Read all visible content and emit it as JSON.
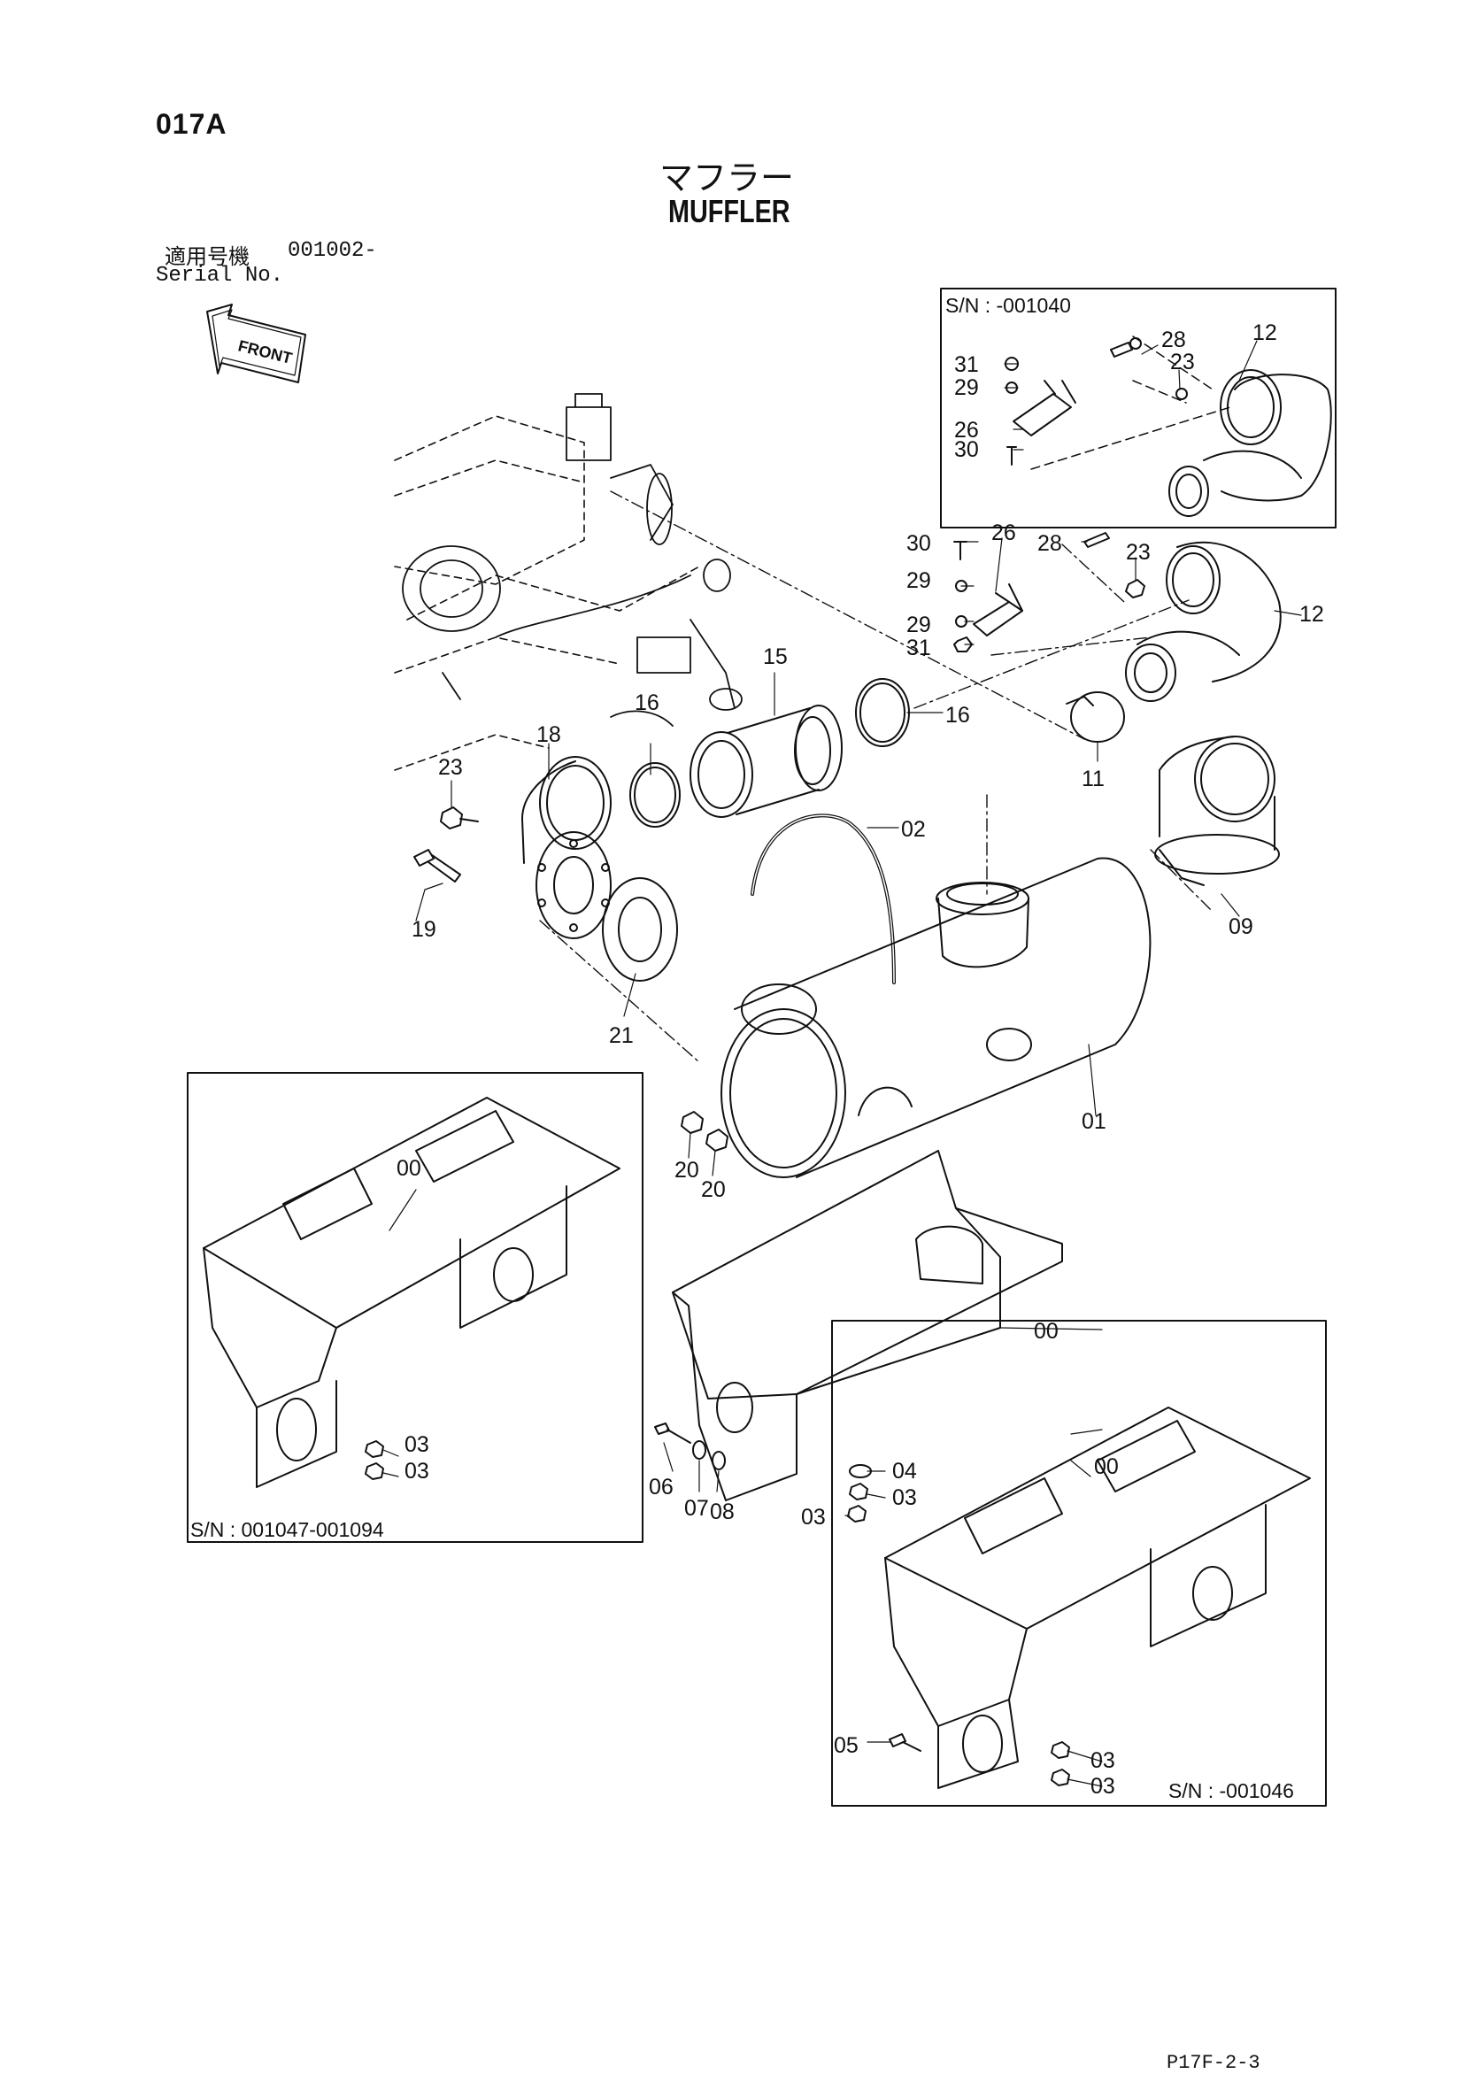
{
  "header": {
    "page_code": "017A",
    "title_ja": "マフラー",
    "title_en": "MUFFLER",
    "serial_label_ja": "適用号機",
    "serial_value": "001002-",
    "serial_label_en": "Serial No."
  },
  "front_label": "FRONT",
  "insets": {
    "top_right": "S/N : -001040",
    "left": "S/N : 001047-001094",
    "bottom_right": "S/N : -001046"
  },
  "callouts": {
    "c28a": "28",
    "c12a": "12",
    "c31a": "31",
    "c23a": "23",
    "c29a": "29",
    "c26a": "26",
    "c30a": "30",
    "c30b": "30",
    "c26b": "26",
    "c28b": "28",
    "c23b": "23",
    "c29b": "29",
    "c29c": "29",
    "c12b": "12",
    "c31b": "31",
    "c15": "15",
    "c16a": "16",
    "c16b": "16",
    "c18": "18",
    "c11": "11",
    "c23c": "23",
    "c02": "02",
    "c19": "19",
    "c09": "09",
    "c21": "21",
    "c01": "01",
    "c20a": "20",
    "c20b": "20",
    "c00a": "00",
    "c00b": "00",
    "c00c": "00",
    "c03a": "03",
    "c03b": "03",
    "c06": "06",
    "c07": "07",
    "c08": "08",
    "c04": "04",
    "c03c": "03",
    "c03d": "03",
    "c05": "05",
    "c03e": "03",
    "c03f": "03"
  },
  "footer": {
    "page_ref": "P17F-2-3"
  }
}
